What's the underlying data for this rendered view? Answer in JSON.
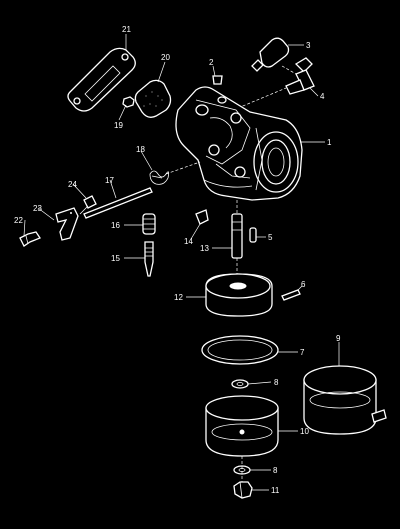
{
  "diagram": {
    "parts": [
      {
        "id": "part-21",
        "label": "21"
      },
      {
        "id": "part-20",
        "label": "20"
      },
      {
        "id": "part-2",
        "label": "2"
      },
      {
        "id": "part-3",
        "label": "3"
      },
      {
        "id": "part-4",
        "label": "4"
      },
      {
        "id": "part-19",
        "label": "19"
      },
      {
        "id": "part-1",
        "label": "1"
      },
      {
        "id": "part-18",
        "label": "18"
      },
      {
        "id": "part-17",
        "label": "17"
      },
      {
        "id": "part-24",
        "label": "24"
      },
      {
        "id": "part-23",
        "label": "23"
      },
      {
        "id": "part-22",
        "label": "22"
      },
      {
        "id": "part-16",
        "label": "16"
      },
      {
        "id": "part-14",
        "label": "14"
      },
      {
        "id": "part-5",
        "label": "5"
      },
      {
        "id": "part-13",
        "label": "13"
      },
      {
        "id": "part-15",
        "label": "15"
      },
      {
        "id": "part-6",
        "label": "6"
      },
      {
        "id": "part-12",
        "label": "12"
      },
      {
        "id": "part-9",
        "label": "9"
      },
      {
        "id": "part-7",
        "label": "7"
      },
      {
        "id": "part-8a",
        "label": "8"
      },
      {
        "id": "part-10",
        "label": "10"
      },
      {
        "id": "part-8b",
        "label": "8"
      },
      {
        "id": "part-11",
        "label": "11"
      }
    ]
  }
}
